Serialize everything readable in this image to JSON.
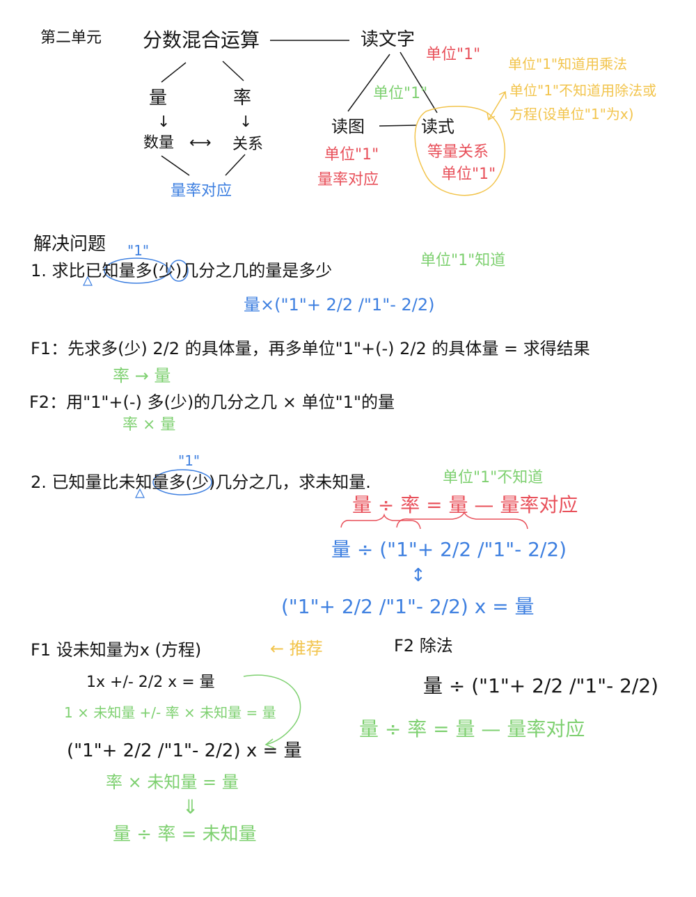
{
  "colors": {
    "ink": "#141414",
    "blue": "#3d7fe0",
    "green": "#7ed070",
    "red": "#e8505a",
    "yellow": "#f2c44c"
  },
  "header": {
    "unit_title": "第二单元",
    "topic": "分数混合运算",
    "read_text": "读文字",
    "quantity": "量",
    "rate": "率",
    "number": "数量",
    "relation": "关系",
    "correspond": "量率对应",
    "unit1_red": "单位\"1\"",
    "unit1_green": "单位\"1\"",
    "read_graph": "读图",
    "read_formula": "读式",
    "graph_note1": "单位\"1\"",
    "graph_note2": "量率对应",
    "formula_note1": "等量关系",
    "formula_note2": "单位\"1\"",
    "yellow_note1": "单位\"1\"知道用乘法",
    "yellow_note2": "单位\"1\"不知道用除法或",
    "yellow_note3": "方程(设单位\"1\"为x)"
  },
  "solve": {
    "heading": "解决问题",
    "mark1": "\"1\"",
    "q1": "1. 求比已知量多(少)几分之几的量是多少",
    "q1_note": "单位\"1\"知道",
    "q1_formula": "量×(\"1\"+ 2/2 /\"1\"- 2/2)",
    "f1": "F1：先求多(少) 2/2 的具体量，再多单位\"1\"+(-) 2/2 的具体量 = 求得结果",
    "f1_sub": "率 → 量",
    "f2": "F2：用\"1\"+(-) 多(少)的几分之几 × 单位\"1\"的量",
    "f2_sub": "率 × 量",
    "mark2": "\"1\"",
    "q2": "2. 已知量比未知量多(少)几分之几，求未知量.",
    "q2_note": "单位\"1\"不知道",
    "red_line": "量   ÷   率   = 量 — 量率对应",
    "blue1": "量 ÷ (\"1\"+ 2/2 /\"1\"- 2/2)",
    "arrow": "↕",
    "blue2": "(\"1\"+ 2/2 /\"1\"- 2/2) x = 量",
    "m1_title": "F1  设未知量为x (方程)",
    "recommend": "← 推荐",
    "eq1": "1x +/- 2/2 x = 量",
    "eq1_green": "1 × 未知量 +/- 率 × 未知量 = 量",
    "eq2": "(\"1\"+ 2/2 /\"1\"- 2/2) x = 量",
    "eq2_green": "率  ×  未知量 = 量",
    "down": "⇓",
    "eq3_green": "量 ÷ 率 = 未知量",
    "m2_title": "F2  除法",
    "m2_formula": "量 ÷ (\"1\"+ 2/2 /\"1\"- 2/2)",
    "m2_green": "量   ÷   率   = 量 — 量率对应"
  }
}
